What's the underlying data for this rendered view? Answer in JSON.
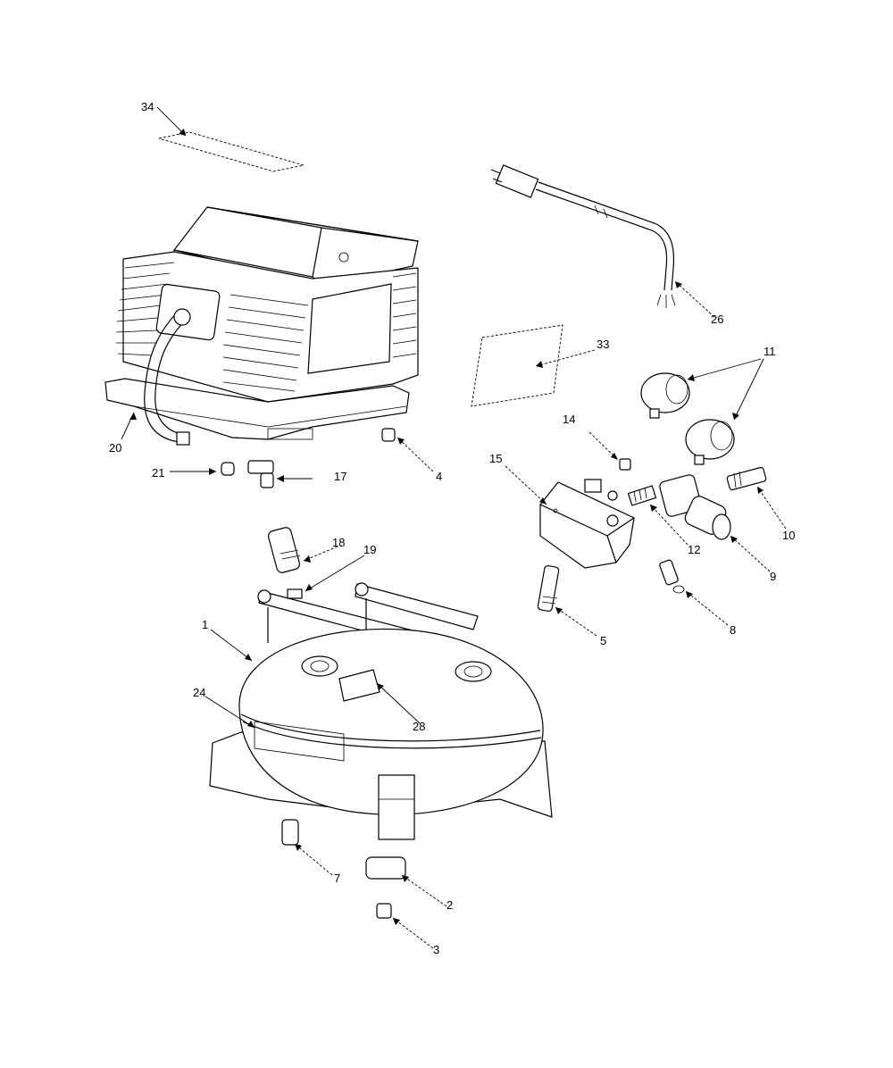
{
  "parts": [
    {
      "key": "p1",
      "label": "1"
    },
    {
      "key": "p2",
      "label": "2"
    },
    {
      "key": "p3",
      "label": "3"
    },
    {
      "key": "p4",
      "label": "4"
    },
    {
      "key": "p5",
      "label": "5"
    },
    {
      "key": "p7",
      "label": "7"
    },
    {
      "key": "p8",
      "label": "8"
    },
    {
      "key": "p9",
      "label": "9"
    },
    {
      "key": "p10",
      "label": "10"
    },
    {
      "key": "p11",
      "label": "11"
    },
    {
      "key": "p12",
      "label": "12"
    },
    {
      "key": "p14",
      "label": "14"
    },
    {
      "key": "p15",
      "label": "15"
    },
    {
      "key": "p17",
      "label": "17"
    },
    {
      "key": "p18",
      "label": "18"
    },
    {
      "key": "p19",
      "label": "19"
    },
    {
      "key": "p20",
      "label": "20"
    },
    {
      "key": "p21",
      "label": "21"
    },
    {
      "key": "p24",
      "label": "24"
    },
    {
      "key": "p26",
      "label": "26"
    },
    {
      "key": "p28",
      "label": "28"
    },
    {
      "key": "p33",
      "label": "33"
    },
    {
      "key": "p34",
      "label": "34"
    }
  ],
  "labels": {
    "p1": "1",
    "p2": "2",
    "p3": "3",
    "p4": "4",
    "p5": "5",
    "p7": "7",
    "p8": "8",
    "p9": "9",
    "p10": "10",
    "p11": "11",
    "p12": "12",
    "p14": "14",
    "p15": "15",
    "p17": "17",
    "p18": "18",
    "p19": "19",
    "p20": "20",
    "p21": "21",
    "p24": "24",
    "p26": "26",
    "p28": "28",
    "p33": "33",
    "p34": "34"
  }
}
